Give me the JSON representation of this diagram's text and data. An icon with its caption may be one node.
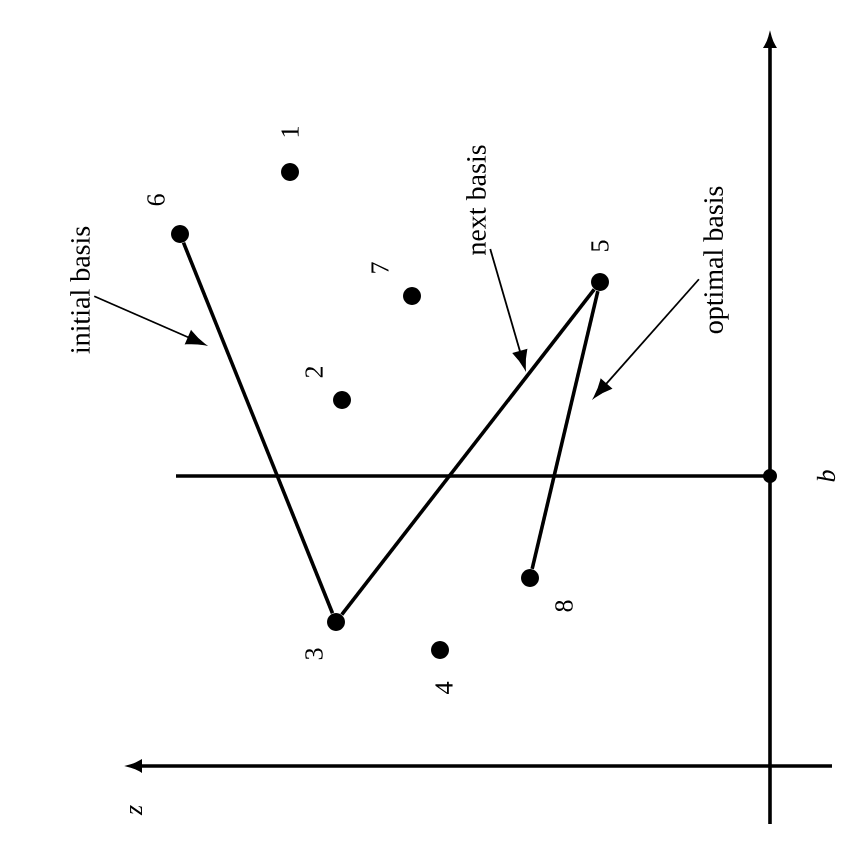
{
  "diagram": {
    "nodes": [
      {
        "text": [
          "initial basis"
        ]
      },
      {
        "text": [
          "next basis"
        ]
      },
      {
        "text": [
          "optimal basis"
        ]
      },
      {
        "text": [],
        "shape": "circle",
        "beside": [
          "1"
        ]
      },
      {
        "text": [],
        "shape": "circle",
        "beside": [
          "2"
        ]
      },
      {
        "text": [],
        "shape": "circle",
        "beside": [
          "3"
        ]
      },
      {
        "text": [],
        "shape": "circle",
        "beside": [
          "4"
        ]
      },
      {
        "text": [],
        "shape": "circle",
        "beside": [
          "5"
        ]
      },
      {
        "text": [],
        "shape": "circle",
        "beside": [
          "6"
        ]
      },
      {
        "text": [],
        "shape": "circle",
        "beside": [
          "7"
        ]
      },
      {
        "text": [],
        "shape": "circle",
        "beside": [
          "8"
        ]
      }
    ],
    "edges": [
      {
        "from": 8,
        "to": 5,
        "arrow": "none"
      },
      {
        "from": 5,
        "to": 7,
        "arrow": "none"
      },
      {
        "from": 7,
        "to": 10,
        "arrow": "none"
      },
      {
        "from": 0,
        "to": null,
        "arrow": "to"
      },
      {
        "from": 1,
        "to": null,
        "arrow": "to"
      },
      {
        "from": 2,
        "to": null,
        "arrow": "to"
      }
    ],
    "labels": [
      "z",
      "b"
    ]
  }
}
